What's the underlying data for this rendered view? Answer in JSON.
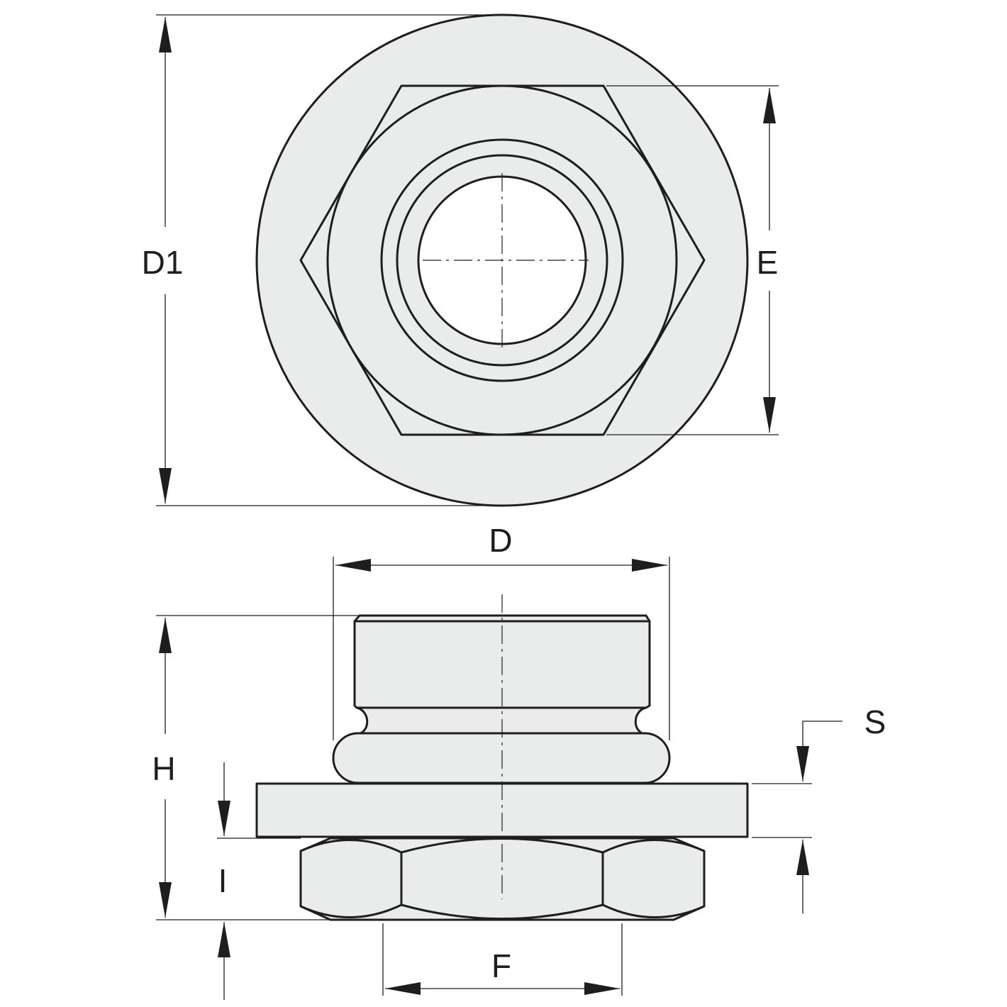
{
  "labels": {
    "d1": "D1",
    "e": "E",
    "d": "D",
    "h": "H",
    "i": "I",
    "s": "S",
    "f": "F"
  },
  "colors": {
    "part_fill": "#eaeceb",
    "line": "#1e1e1e",
    "background": "#ffffff"
  }
}
